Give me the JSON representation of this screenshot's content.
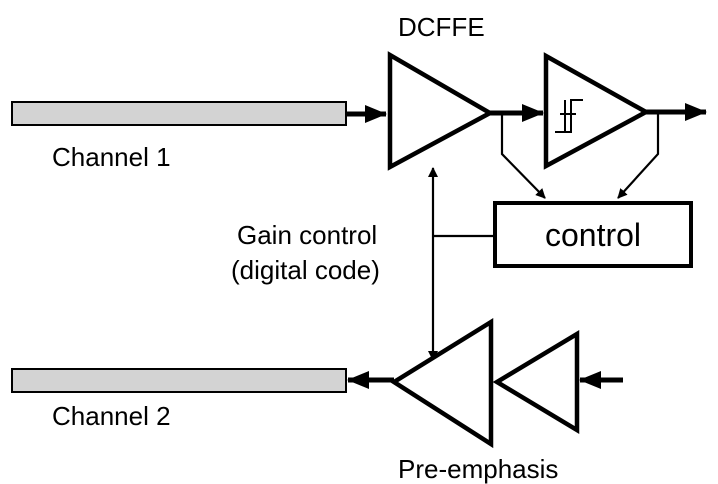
{
  "labels": {
    "dcffe": "DCFFE",
    "channel1": "Channel 1",
    "channel2": "Channel 2",
    "gain_control_line1": "Gain control",
    "gain_control_line2": "(digital code)",
    "control_block": "control",
    "pre_emphasis": "Pre-emphasis"
  },
  "colors": {
    "channel_fill": "#d3d3d3",
    "stroke": "#000000",
    "background": "#ffffff"
  }
}
